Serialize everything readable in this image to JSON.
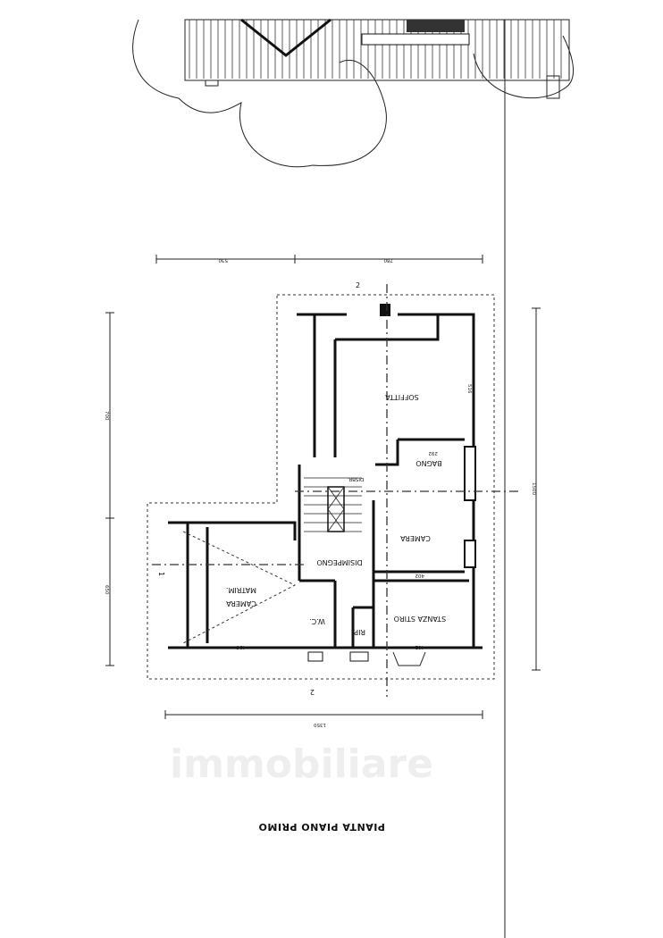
{
  "plan": {
    "title": "PIANTA PIANO PRIMO",
    "rooms": {
      "attic": "SOFFITTA",
      "bathroom": "BAGNO",
      "bedroom": "CAMERA",
      "ironing_room": "STANZA STIRO",
      "master_bedroom_1": "CAMERA",
      "master_bedroom_2": "MATRIM.",
      "wc": "W.C.",
      "storage": "RIP.",
      "hallway": "DISIMPEGNO",
      "hallway_short": "DISBR."
    },
    "section_marks": {
      "section_2": "2",
      "section_1": "1"
    },
    "dimensions": {
      "top_left": "530",
      "top_right": "780",
      "bottom": "1350",
      "left_upper": "700",
      "left_lower": "650",
      "right": "1500",
      "attic_height": "516",
      "bathroom_width": "292",
      "bedroom_width": "402",
      "ironing_width": "402",
      "master_width": "496"
    },
    "watermark": "immobiliare"
  }
}
